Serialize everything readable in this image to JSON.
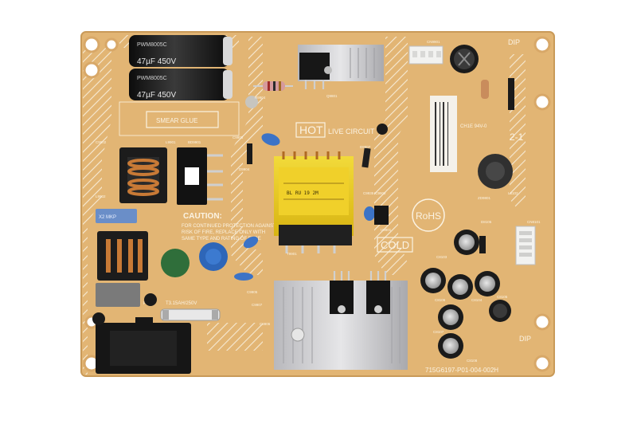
{
  "board": {
    "hot_label": "HOT",
    "live_circuit": "LIVE CIRCUIT",
    "cold_label": "COLD",
    "rohs": "RoHS",
    "smear_glue": "SMEAR GLUE",
    "caution_title": "CAUTION:",
    "caution_text": [
      "FOR CONTINUED PROTECTION AGAINST",
      "RISK OF FIRE, REPLACE ONLY WITH",
      "SAME TYPE AND RATING OF FUSE"
    ],
    "fuse_label": "T3.15AH/250V",
    "fuse_ref": "F9901",
    "part_number": "715G6197-P01-004-002H",
    "revision": "2-1",
    "dip_top": "DIP",
    "dip_bottom": "DIP",
    "cap_text_a": "47µF 450V",
    "cap_text_b": "47µF 450V",
    "cap_brand": "PWM8005C",
    "board_cert": "CH1E 94V-0",
    "refs": [
      "C9902",
      "C9903",
      "L9901",
      "BD9901",
      "CN9901",
      "R9904",
      "D9904",
      "T9901",
      "Q9801",
      "C9935",
      "C9905",
      "C9906",
      "IC9902",
      "L9902",
      "C9907",
      "D9907",
      "U9901",
      "CN8101",
      "C8103",
      "C8104",
      "C8105",
      "C8106",
      "C8107",
      "C8108",
      "D8105",
      "ZD9801",
      "L8102"
    ]
  },
  "colors": {
    "background": "#ffffff",
    "pcb": "#e2b574",
    "pcb_dark": "#c99a58",
    "silkscreen": "#fbf3e3",
    "heatsink": "#c9c9cc",
    "transformer": "#e8c820",
    "capacitor": "#1b1b1b",
    "copper": "#b5682a"
  }
}
